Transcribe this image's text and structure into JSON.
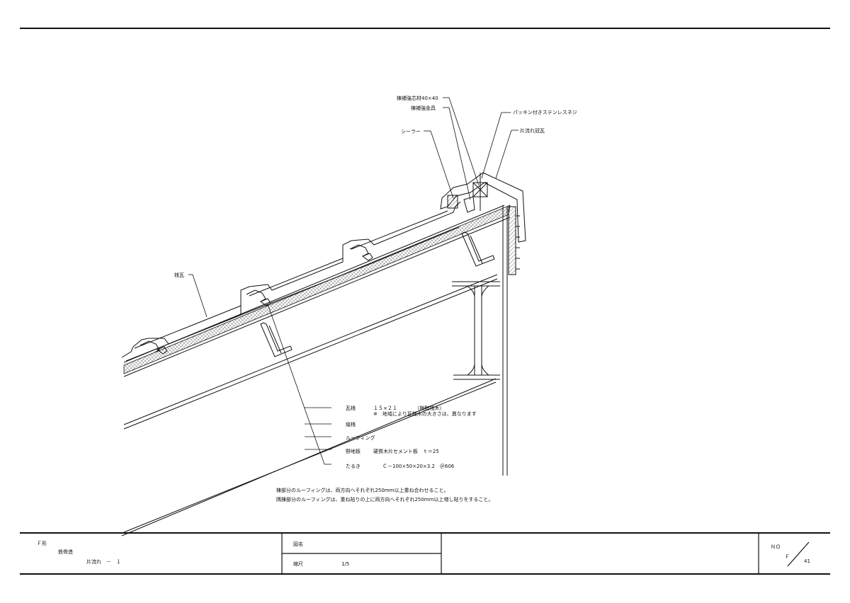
{
  "callouts": {
    "rib_reinforcement": "棟補強芯材40×40",
    "rib_bracket": "棟補強金具",
    "sealer": "シーラー",
    "stainless_screw": "パッキン付きステンレスネジ",
    "mono_ridge_tile": "片流れ冠瓦",
    "roof_tile": "桟瓦"
  },
  "spec": {
    "rows": [
      {
        "label": "瓦桟",
        "value": "１５×２１　　　　（樹脂桟木）"
      },
      {
        "label": "",
        "value": "※　地域により瓦桟木の大きさは、異なります"
      },
      {
        "label": "縦桟",
        "value": ""
      },
      {
        "label": "ルーフィング",
        "value": ""
      },
      {
        "label": "野地板",
        "value": "硬質木片セメント板　ｔ＝25"
      },
      {
        "label": "たるき",
        "value": "Ｃ－100×50×20×3.2　＠606"
      }
    ],
    "notes": [
      "棟部分のルーフィングは、両方向へそれぞれ250mm以上重ね合わせること。",
      "隅棟部分のルーフィングは、重ね貼りの上に両方向へそれぞれ250mm以上増し貼りをすること。"
    ]
  },
  "title_block": {
    "series": "Ｆ形",
    "structure": "鉄骨造",
    "detail_name": "片流れ　－　１",
    "drawing_name_label": "図名",
    "scale_label": "縮尺",
    "scale_value": "1/5",
    "no_label": "ＮＯ",
    "no_prefix": "Ｆ",
    "no_number": "41"
  }
}
